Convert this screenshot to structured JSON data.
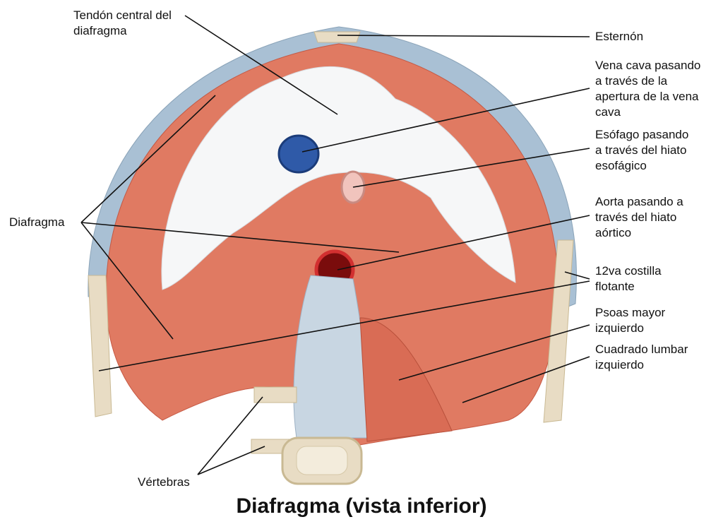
{
  "title": "Diafragma (vista inferior)",
  "labels": {
    "central_tendon": "Tendón central del\ndiafragma",
    "sternum": "Esternón",
    "vena_cava": "Vena cava pasando\na través de la\napertura de la vena\ncava",
    "esophagus": "Esófago pasando\na través del hiato\nesofágico",
    "aorta": "Aorta pasando a\ntravés del hiato\naórtico",
    "rib12": "12va costilla\nflotante",
    "psoas": "Psoas mayor\nizquierdo",
    "quadratus": "Cuadrado lumbar\nizquierdo",
    "diaphragm": "Diafragma",
    "vertebrae": "Vértebras"
  },
  "colors": {
    "muscle": "#e07a62",
    "tendon": "#f6f7f8",
    "cartilage": "#a9c0d4",
    "bone": "#e8dcc4",
    "vein": "#2f5aa8",
    "artery": "#b11e1e"
  }
}
